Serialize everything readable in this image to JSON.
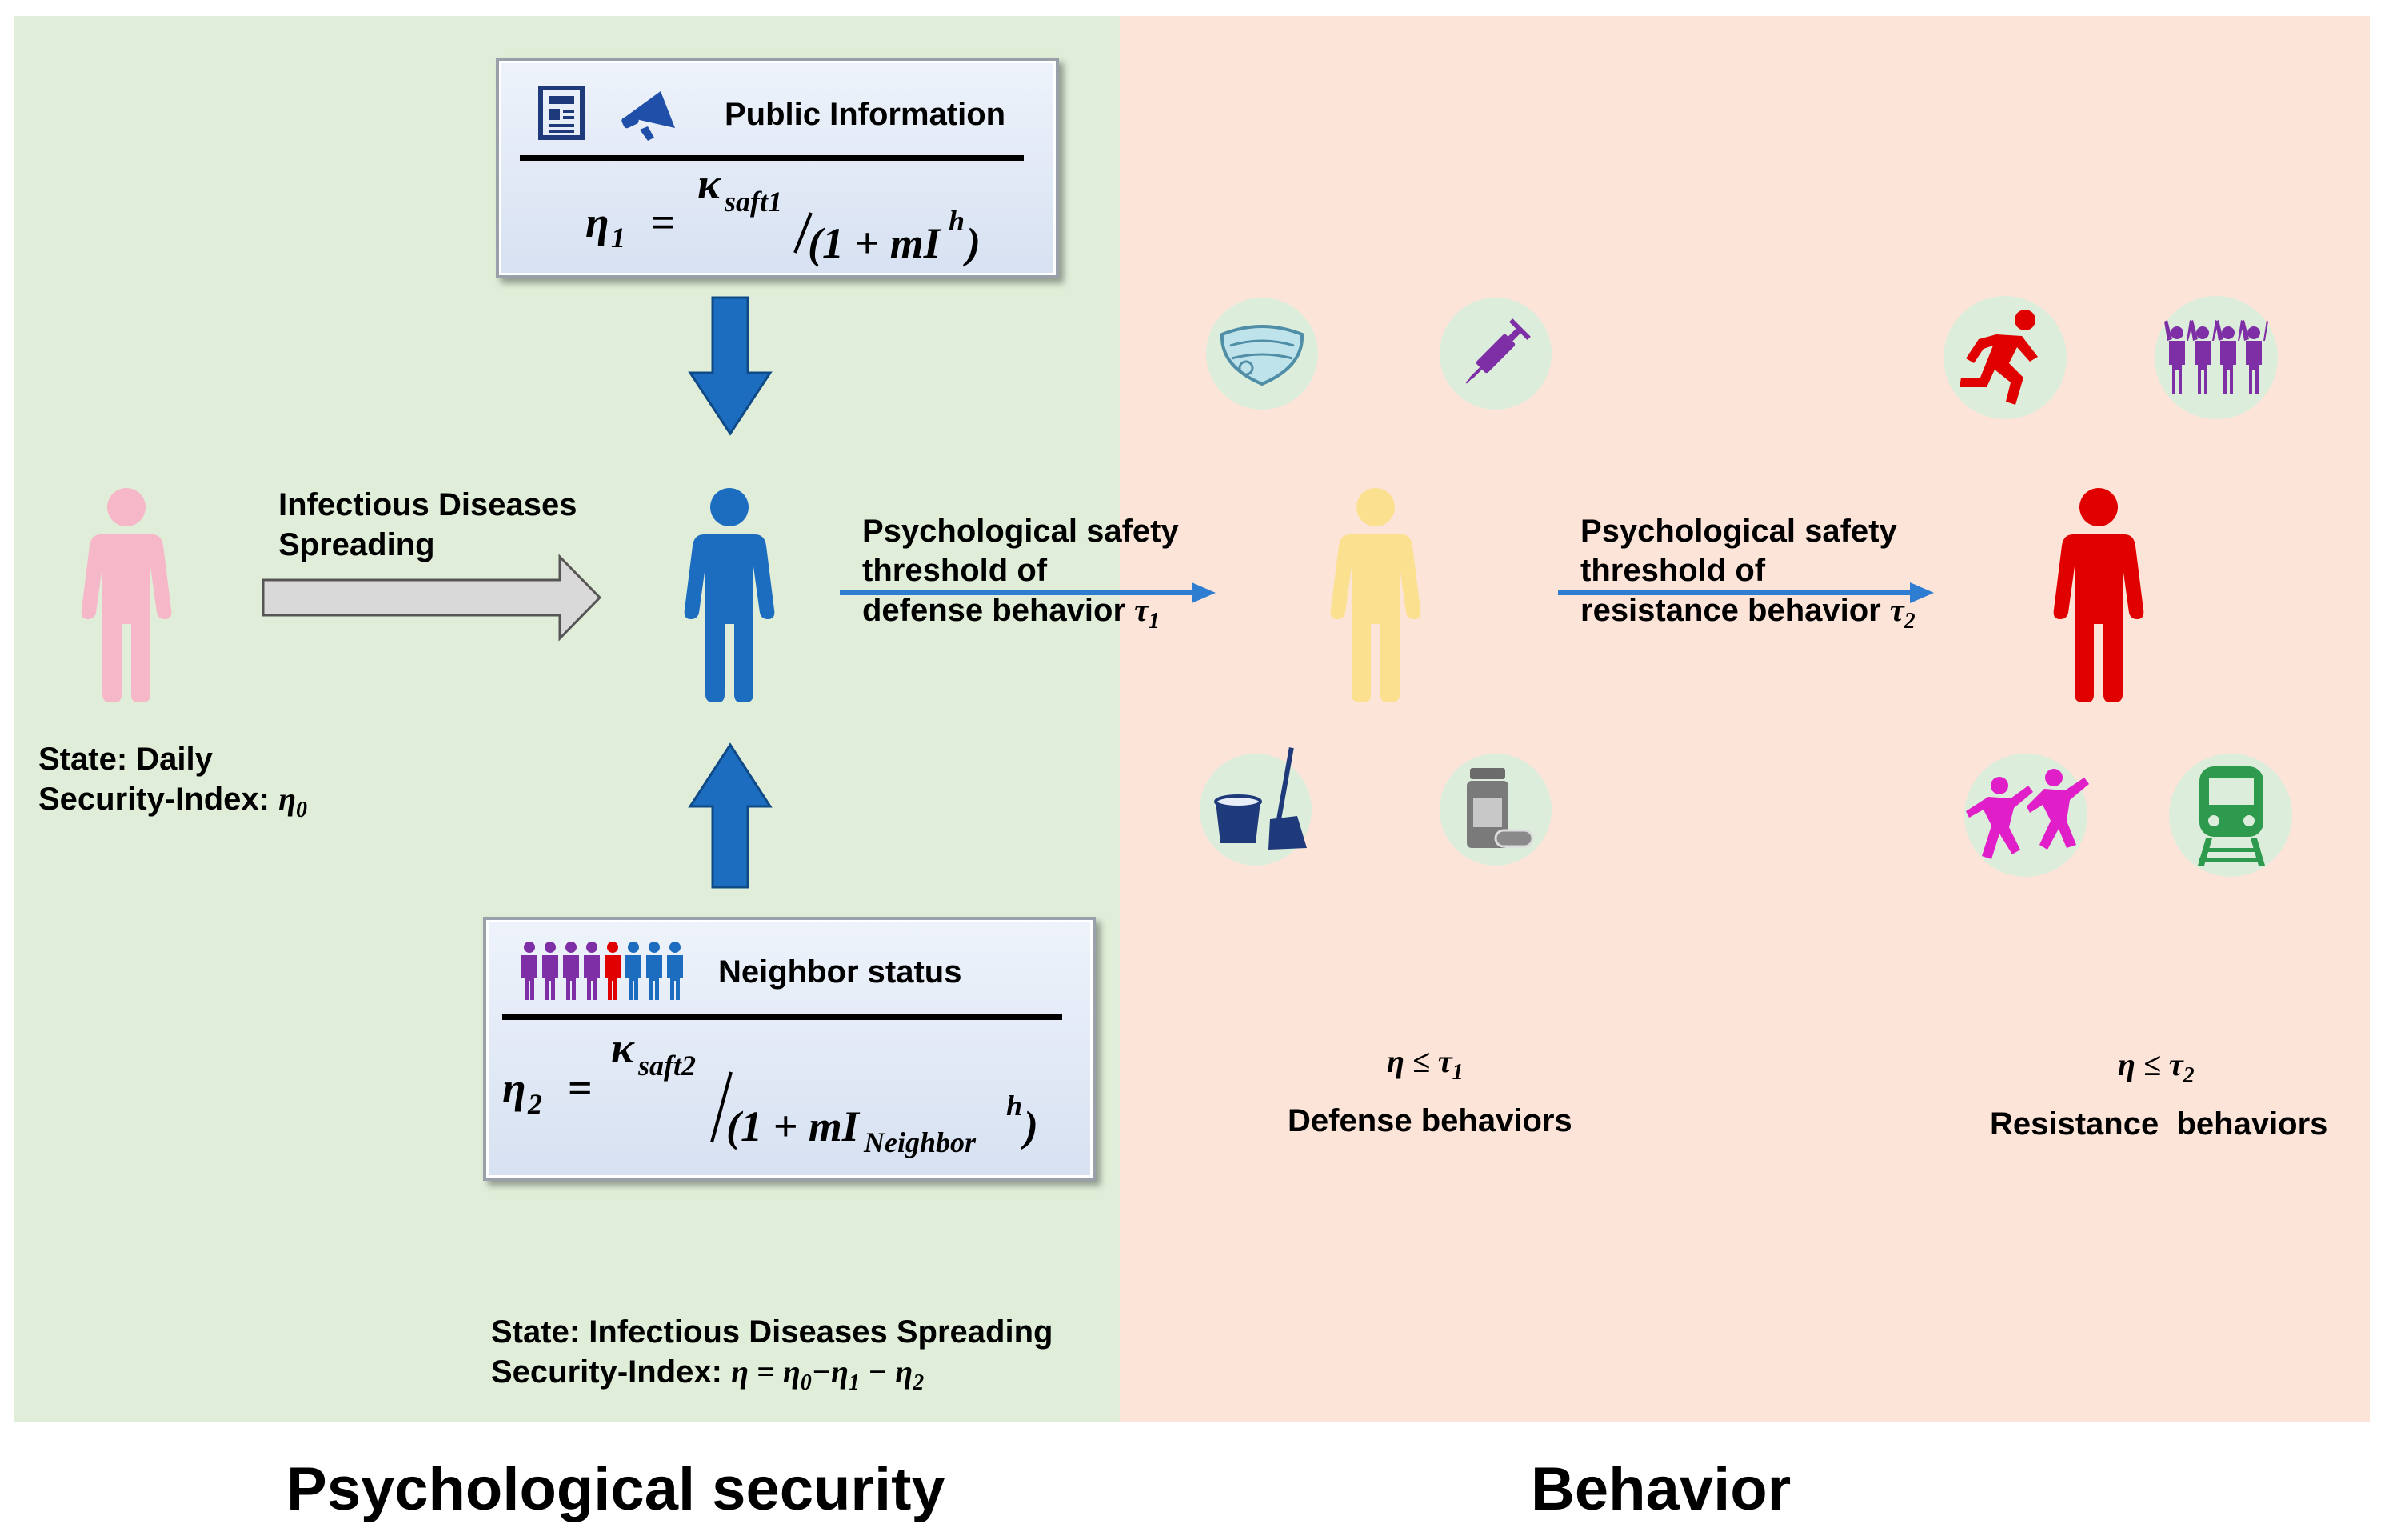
{
  "panels": {
    "left_title": "Psychological security",
    "right_title": "Behavior"
  },
  "public_info": {
    "title": "Public Information",
    "lhs": "η",
    "lhs_sub": "1",
    "numerator": "κ",
    "numerator_sub": "saft1",
    "denominator": "(1 + mI",
    "denominator_sup": "h",
    "denominator_close": ")"
  },
  "neighbor": {
    "title": "Neighbor status",
    "lhs": "η",
    "lhs_sub": "2",
    "numerator": "κ",
    "numerator_sub": "saft2",
    "denominator": "(1 + mI",
    "denominator_sub": "Neighbor",
    "denominator_sup": "h",
    "denominator_close": ")"
  },
  "spread": {
    "line1": "Infectious Diseases",
    "line2": "Spreading"
  },
  "daily_state": {
    "line1": "State: Daily",
    "line2": "Security-Index: ",
    "symbol": "η",
    "sub": "0"
  },
  "spreading_state": {
    "line1": "State: Infectious Diseases Spreading",
    "line2": "Security-Index: ",
    "formula": "η = η",
    "s0": "0",
    "minus1": "−η",
    "s1": "1",
    "minus2": " − η",
    "s2": "2"
  },
  "threshold_defense": {
    "line1": "Psychological safety",
    "line2": "threshold of",
    "line3": "defense behavior ",
    "symbol": "τ",
    "sub": "1"
  },
  "threshold_resistance": {
    "line1": "Psychological safety",
    "line2": "threshold of",
    "line3": "resistance behavior ",
    "symbol": "τ",
    "sub": "2"
  },
  "defense": {
    "condition": "η ≤ τ",
    "condition_sub": "1",
    "label": "Defense behaviors"
  },
  "resistance": {
    "condition": "η ≤ τ",
    "condition_sub": "2",
    "label": "Resistance  behaviors"
  },
  "colors": {
    "left_bg": "#e0eed9",
    "right_bg": "#fce4d8",
    "pink": "#f6b7c8",
    "blue": "#1c6dbf",
    "yellow": "#fbe08f",
    "red": "#e00000",
    "purple": "#7e2fa6",
    "magenta": "#e01fc9",
    "green": "#2e9a4d",
    "navy": "#1f3a7a"
  },
  "icons": [
    "newspaper-icon",
    "megaphone-icon",
    "people-group-icon",
    "mask-icon",
    "syringe-icon",
    "bucket-broom-icon",
    "medicine-bottle-icon",
    "running-person-icon",
    "crowd-icon",
    "dancing-people-icon",
    "train-icon"
  ]
}
